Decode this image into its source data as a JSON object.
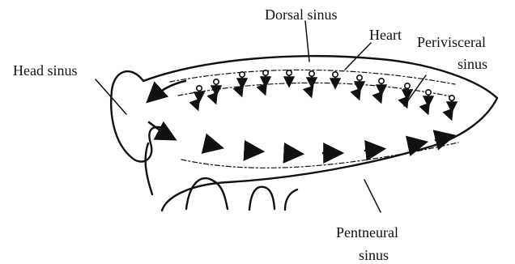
{
  "labels": {
    "dorsal_sinus": "Dorsal sinus",
    "heart": "Heart",
    "perivisceral_line1": "Perivisceral",
    "perivisceral_line2": "sinus",
    "head_sinus": "Head sinus",
    "pentneural_line1": "Pentneural",
    "pentneural_line2": "sinus"
  },
  "colors": {
    "ink": "#111111",
    "background": "#ffffff"
  }
}
